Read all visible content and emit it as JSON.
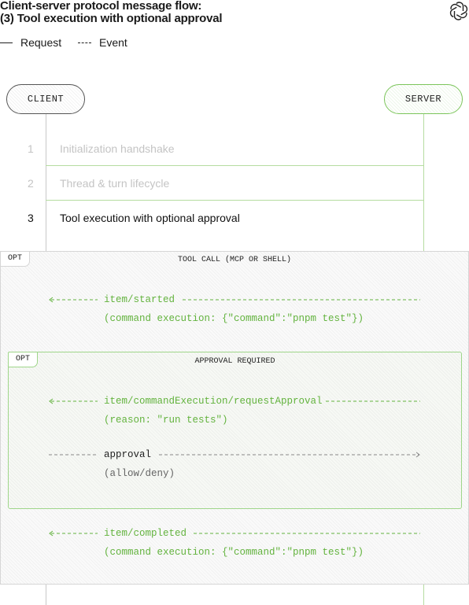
{
  "title": {
    "line1": "Client-server protocol message flow:",
    "line2": "(3) Tool execution with optional approval"
  },
  "legend": {
    "request": "Request",
    "event": "Event"
  },
  "actors": {
    "client": "CLIENT",
    "server": "SERVER"
  },
  "steps": [
    {
      "num": "1",
      "label": "Initialization handshake"
    },
    {
      "num": "2",
      "label": "Thread & turn lifecycle"
    },
    {
      "num": "3",
      "label": "Tool execution with optional approval"
    }
  ],
  "outer_frame": {
    "tag": "OPT",
    "title": "TOOL CALL (MCP OR SHELL)"
  },
  "inner_frame": {
    "tag": "OPT",
    "title": "APPROVAL REQUIRED"
  },
  "messages": {
    "item_started": {
      "name": "item/started",
      "detail": "(command execution: {\"command\":\"pnpm test\"})"
    },
    "request_approval": {
      "name": "item/commandExecution/requestApproval",
      "detail": "(reason: \"run tests\")"
    },
    "approval": {
      "name": "approval",
      "detail": "(allow/deny)"
    },
    "item_completed": {
      "name": "item/completed",
      "detail": "(command execution: {\"command\":\"pnpm test\"})"
    }
  },
  "colors": {
    "event": "#63b33e",
    "server_line": "#b5dca0",
    "request": "#888888"
  }
}
